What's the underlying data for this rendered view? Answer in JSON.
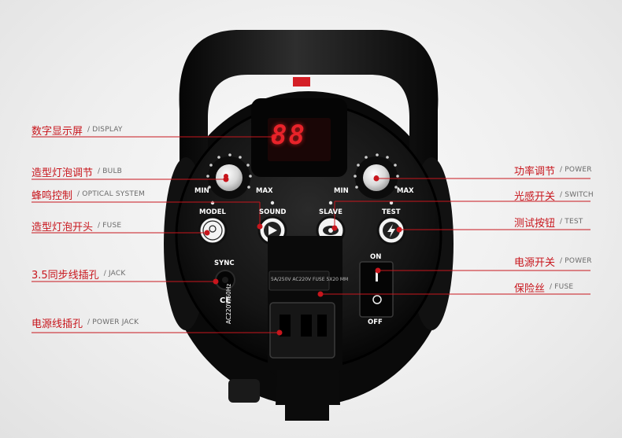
{
  "callouts": {
    "display": {
      "zh": "数字显示屏",
      "en": "/ DISPLAY"
    },
    "bulb": {
      "zh": "造型灯泡调节",
      "en": "/ BULB"
    },
    "optical": {
      "zh": "蜂鸣控制",
      "en": "/ OPTICAL SYSTEM"
    },
    "fuse_left": {
      "zh": "造型灯泡开头",
      "en": "/ FUSE"
    },
    "jack": {
      "zh": "3.5同步线插孔",
      "en": "/ JACK"
    },
    "power_jack": {
      "zh": "电源线插孔",
      "en": "/ POWER JACK"
    },
    "power_adj": {
      "zh": "功率调节",
      "en": "/ POWER"
    },
    "switch": {
      "zh": "光感开关",
      "en": "/ SWITCH"
    },
    "test": {
      "zh": "测试按钮",
      "en": "/ TEST"
    },
    "power_switch": {
      "zh": "电源开关",
      "en": "/ POWER"
    },
    "fuse_right": {
      "zh": "保险丝",
      "en": "/ FUSE"
    }
  },
  "device": {
    "display_value": "88",
    "knob_left": {
      "min": "MIN",
      "max": "MAX"
    },
    "knob_right": {
      "min": "MIN",
      "max": "MAX"
    },
    "buttons": {
      "model": "MODEL",
      "sound": "SOUND",
      "slave": "SLAVE",
      "test": "TEST"
    },
    "sync": "SYNC",
    "ce": "CE",
    "rocker_on": "ON",
    "rocker_off": "OFF",
    "voltage": "AC220V/50Hz",
    "fuse_label": "5A/250V AC220V FUSE 5X20 MM"
  },
  "colors": {
    "accent": "#c8161d",
    "body": "#0e0e0e",
    "display": "#e8232a"
  }
}
